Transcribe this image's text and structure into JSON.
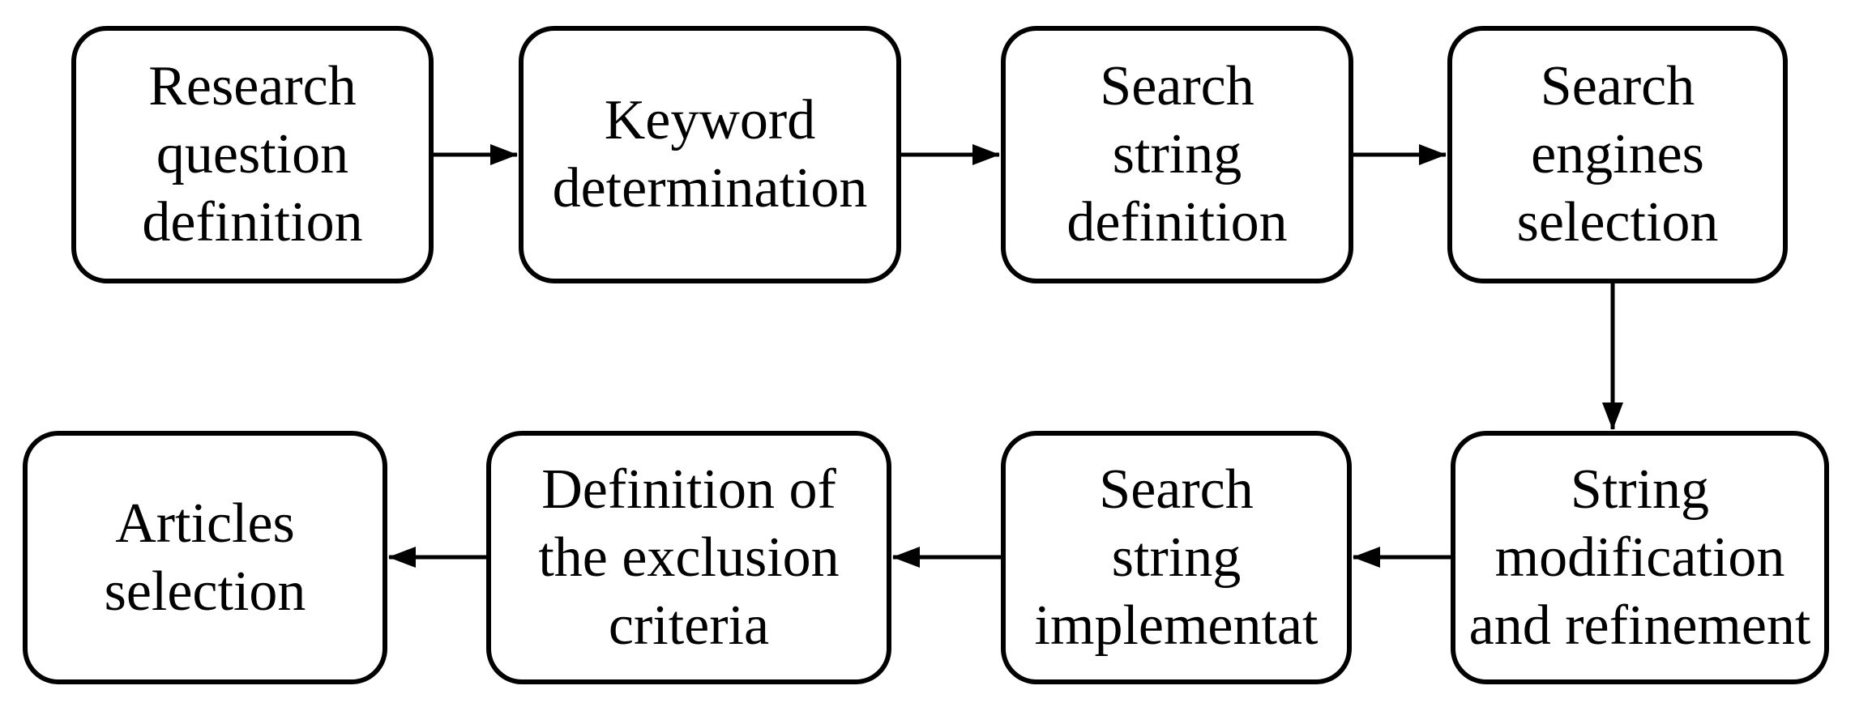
{
  "diagram": {
    "type": "flowchart",
    "background_color": "#ffffff",
    "node_fill": "#ffffff",
    "node_border_color": "#000000",
    "text_color": "#000000",
    "arrow_color": "#000000",
    "nodes": [
      {
        "id": "research-question-definition",
        "label": "Research\nquestion\ndefinition"
      },
      {
        "id": "keyword-determination",
        "label": "Keyword\ndetermination"
      },
      {
        "id": "search-string-definition",
        "label": "Search\nstring\ndefinition"
      },
      {
        "id": "search-engines-selection",
        "label": "Search\nengines\nselection"
      },
      {
        "id": "string-modification-and-refinement",
        "label": "String\nmodification\nand refinement"
      },
      {
        "id": "search-string-implementat",
        "label": "Search\nstring\nimplementat"
      },
      {
        "id": "definition-of-the-exclusion-criteria",
        "label": "Definition of\nthe exclusion\ncriteria"
      },
      {
        "id": "articles-selection",
        "label": "Articles\nselection"
      }
    ],
    "edges": [
      {
        "from": "research-question-definition",
        "to": "keyword-determination",
        "direction": "right"
      },
      {
        "from": "keyword-determination",
        "to": "search-string-definition",
        "direction": "right"
      },
      {
        "from": "search-string-definition",
        "to": "search-engines-selection",
        "direction": "right"
      },
      {
        "from": "search-engines-selection",
        "to": "string-modification-and-refinement",
        "direction": "down"
      },
      {
        "from": "string-modification-and-refinement",
        "to": "search-string-implementat",
        "direction": "left"
      },
      {
        "from": "search-string-implementat",
        "to": "definition-of-the-exclusion-criteria",
        "direction": "left"
      },
      {
        "from": "definition-of-the-exclusion-criteria",
        "to": "articles-selection",
        "direction": "left"
      }
    ]
  }
}
